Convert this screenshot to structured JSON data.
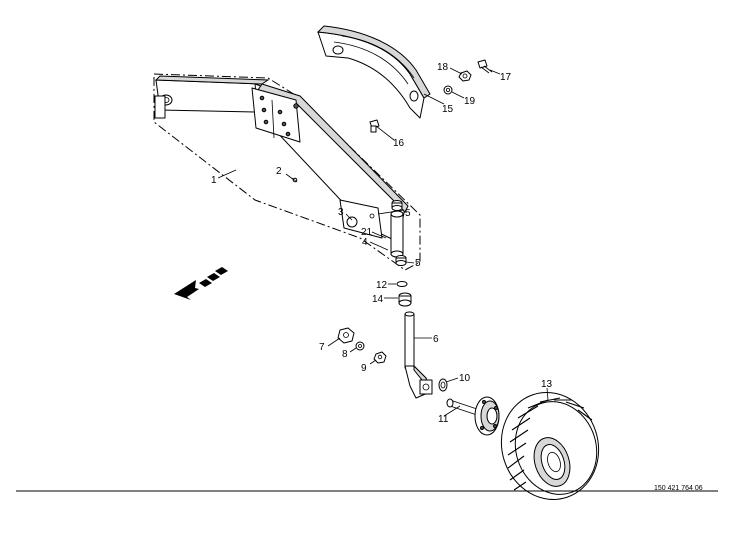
{
  "callouts": [
    {
      "id": "1",
      "label": "1"
    },
    {
      "id": "2",
      "label": "2"
    },
    {
      "id": "3",
      "label": "3"
    },
    {
      "id": "21",
      "label": "21"
    },
    {
      "id": "4",
      "label": "4"
    },
    {
      "id": "5a",
      "label": "5"
    },
    {
      "id": "5b",
      "label": "5"
    },
    {
      "id": "6",
      "label": "6"
    },
    {
      "id": "7",
      "label": "7"
    },
    {
      "id": "8",
      "label": "8"
    },
    {
      "id": "9",
      "label": "9"
    },
    {
      "id": "10",
      "label": "10"
    },
    {
      "id": "11",
      "label": "11"
    },
    {
      "id": "12",
      "label": "12"
    },
    {
      "id": "13",
      "label": "13"
    },
    {
      "id": "14",
      "label": "14"
    },
    {
      "id": "15",
      "label": "15"
    },
    {
      "id": "16",
      "label": "16"
    },
    {
      "id": "17",
      "label": "17"
    },
    {
      "id": "18",
      "label": "18"
    },
    {
      "id": "19",
      "label": "19"
    }
  ],
  "drawing_number": "150 421 764 06"
}
